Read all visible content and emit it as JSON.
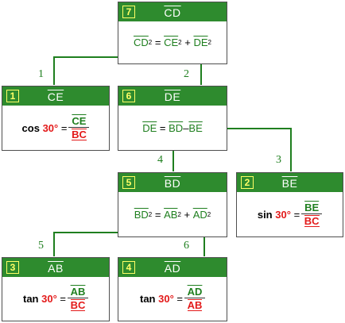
{
  "boxes": {
    "b7": {
      "badge": "7",
      "title": "CD",
      "lhs": "CD",
      "eq": "=",
      "t1": "CE",
      "plus": "+",
      "t2": "DE",
      "exp": "2"
    },
    "b1": {
      "badge": "1",
      "title": "CE",
      "func": "cos",
      "angle": "30°",
      "eq": "=",
      "num": "CE",
      "den": "BC"
    },
    "b6": {
      "badge": "6",
      "title": "DE",
      "lhs": "DE",
      "eq": "=",
      "t1": "BD",
      "minus": "–",
      "t2": "BE"
    },
    "b5": {
      "badge": "5",
      "title": "BD",
      "lhs": "BD",
      "eq": "=",
      "t1": "AB",
      "plus": "+",
      "t2": "AD",
      "exp": "2"
    },
    "b2": {
      "badge": "2",
      "title": "BE",
      "func": "sin",
      "angle": "30°",
      "eq": "=",
      "num": "BE",
      "den": "BC"
    },
    "b3": {
      "badge": "3",
      "title": "AB",
      "func": "tan",
      "angle": "30°",
      "eq": "=",
      "num": "AB",
      "den": "BC"
    },
    "b4": {
      "badge": "4",
      "title": "AD",
      "func": "tan",
      "angle": "30°",
      "eq": "=",
      "num": "AD",
      "den": "AB"
    }
  },
  "edges": [
    "1",
    "2",
    "3",
    "4",
    "5",
    "6"
  ],
  "colors": {
    "header": "#2e8b2e",
    "link": "#1f7f1f",
    "accent": "#e31a1a",
    "badge": "#ffff66"
  }
}
